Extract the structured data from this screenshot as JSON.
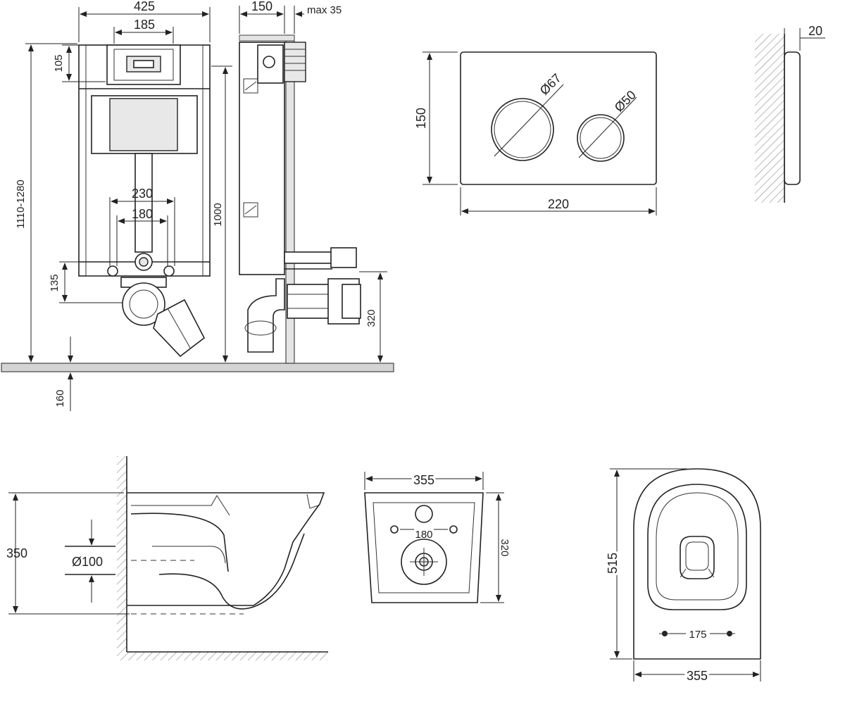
{
  "frame": {
    "width_label": "425",
    "panel_width_label": "185",
    "top_height_label": "105",
    "total_height_label": "1110-1280",
    "outlet_spacing_label": "230",
    "outlet_inner_spacing_label": "180",
    "bottom_offset_label": "135",
    "floor_offset_label": "160"
  },
  "side_view": {
    "depth_label": "150",
    "max_label": "max 35",
    "height_label": "1000",
    "outlet_height_label": "320"
  },
  "flush_plate": {
    "height_label": "150",
    "width_label": "220",
    "big_button_label": "Ø67",
    "small_button_label": "Ø50",
    "thickness_label": "20"
  },
  "bowl_side": {
    "height_label": "350",
    "pipe_label": "Ø100"
  },
  "bowl_back": {
    "width_label": "355",
    "holes_label": "180",
    "height_label": "320"
  },
  "bowl_top": {
    "length_label": "515",
    "width_label": "355",
    "holes_label": "175"
  }
}
